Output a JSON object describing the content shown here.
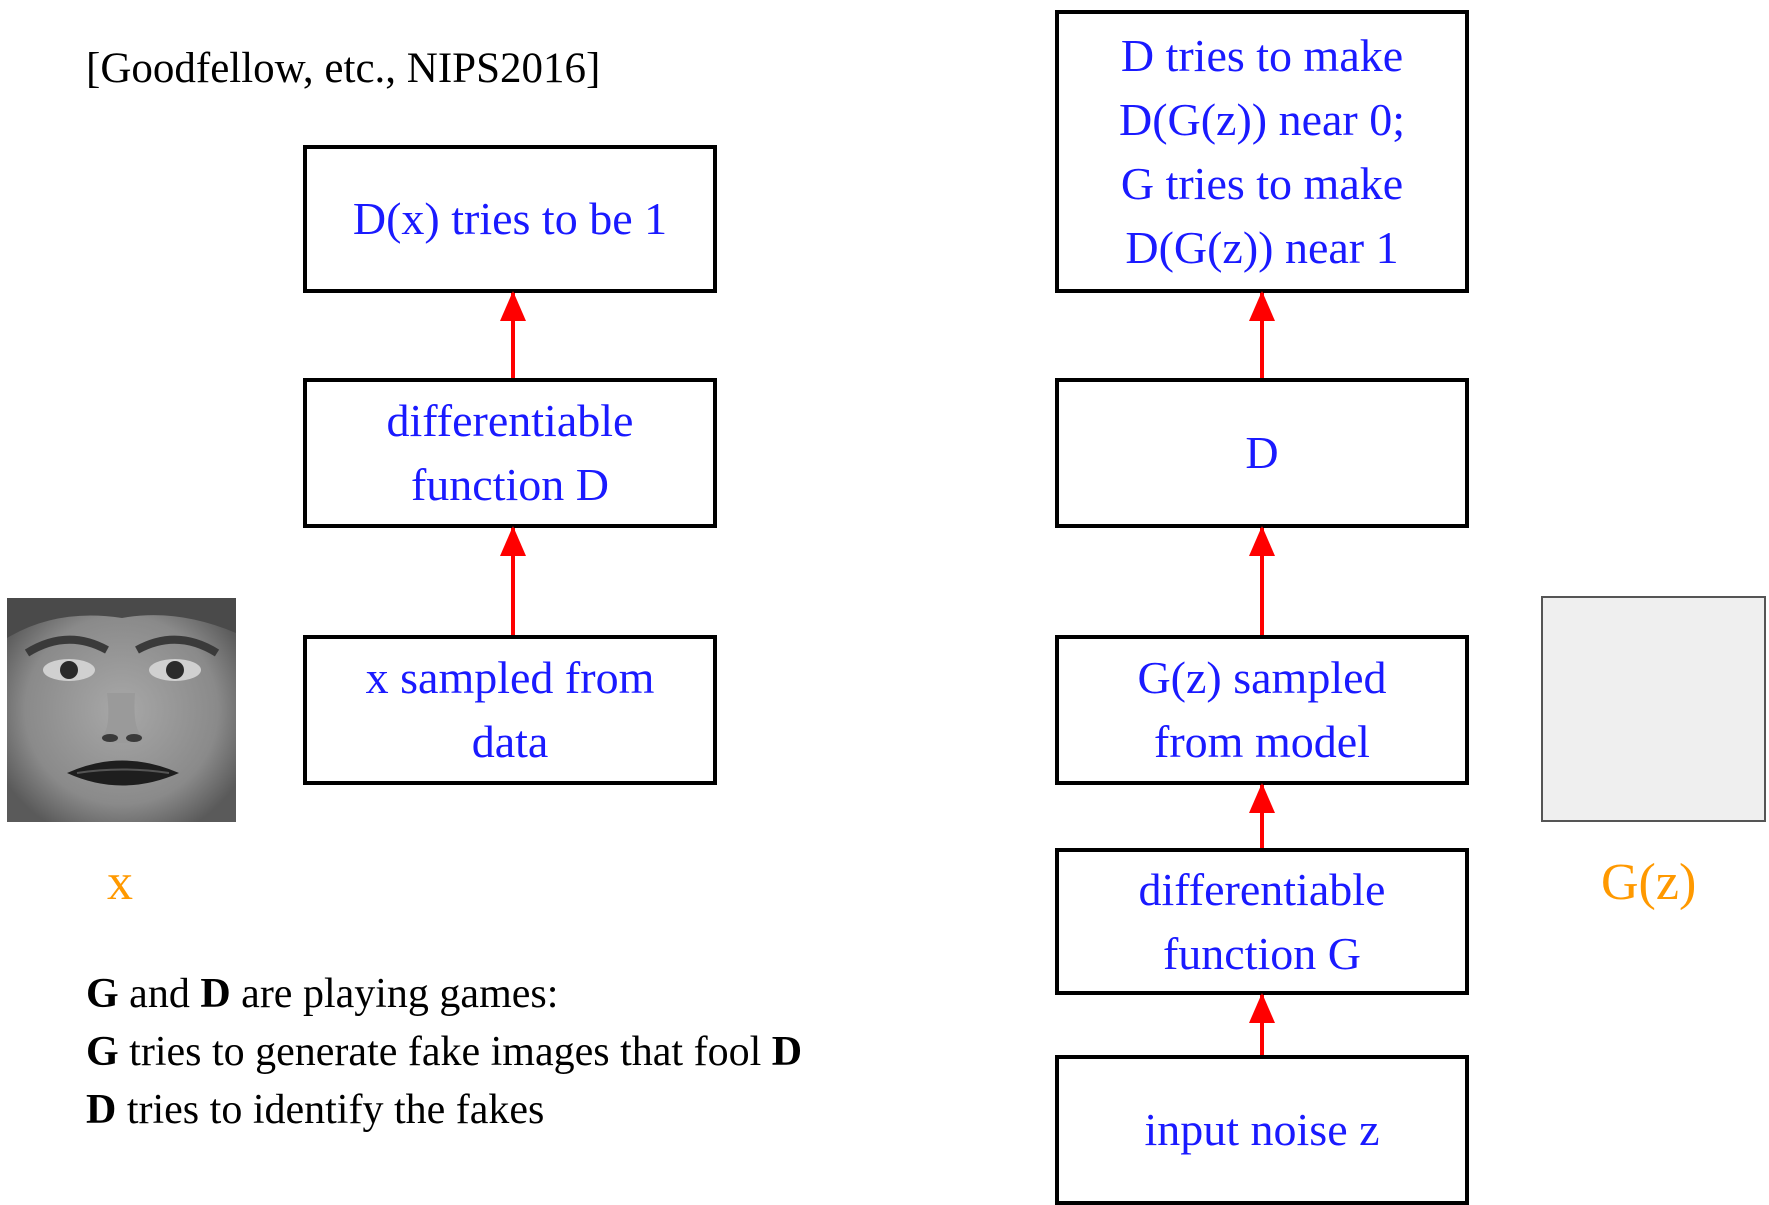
{
  "citation": "[Goodfellow, etc., NIPS2016]",
  "left_column": {
    "top_box": [
      "D(x) tries to be 1"
    ],
    "middle_box": [
      "differentiable",
      "function D"
    ],
    "bottom_box": [
      "x sampled from",
      "data"
    ],
    "image_caption": "x"
  },
  "right_column": {
    "top_box": [
      "D tries to make",
      "D(G(z)) near 0;",
      "G tries to make",
      "D(G(z)) near 1"
    ],
    "d_box": [
      "D"
    ],
    "sample_box": [
      "G(z) sampled",
      "from model"
    ],
    "generator_box": [
      "differentiable",
      "function G"
    ],
    "input_box": [
      "input noise z"
    ],
    "image_caption": "G(z)"
  },
  "notes": {
    "line1": {
      "b1": "G",
      "t1": " and ",
      "b2": "D",
      "t2": " are playing games:"
    },
    "line2": {
      "b1": "G",
      "t1": " tries to generate fake images that fool ",
      "b2": "D"
    },
    "line3": {
      "b1": "D",
      "t1": " tries to identify the fakes"
    }
  },
  "colors": {
    "box_text": "#1a1aff",
    "arrow": "#ff0000",
    "caption": "#ff9900"
  }
}
